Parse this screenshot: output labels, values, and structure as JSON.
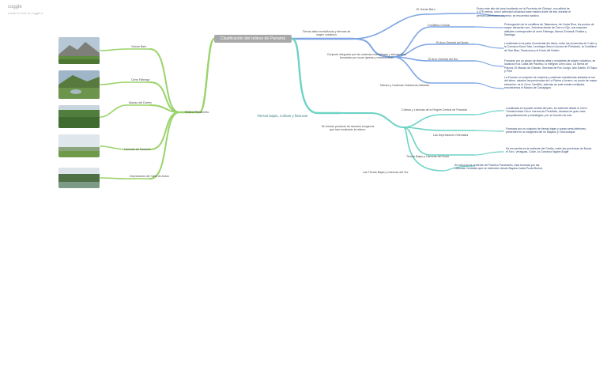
{
  "watermark": {
    "brand": "coggle",
    "tagline": "made for free at coggle.it"
  },
  "root": "Clasificación del relieve de Panamá",
  "branches": {
    "volcano": "Volcán Barú",
    "cerro": "Cerro Fábrega",
    "macizo": "Macizo del Darién",
    "llanuras": "Llanuras de Panamá",
    "depresiones": "Depresiones del Valle de Antón",
    "relieve_panameno": "Relieve Panameño",
    "tierras_altas": "Tierras altas montañosas y tiermas de origen volcánico",
    "cordilleras": "Conjunto integrado por las cadenas montañosas y sierras altas formadas por rocas ígneas y metamórficas",
    "el_volcan_baru": "El Volcán Barú",
    "cordillera_central": "Cordillera Central",
    "arco_oriental": "El Arco Oriental del Norte",
    "arco_oriental_sur": "El Arco Oriental del Sur",
    "macizo_cadenas": "Macizo y Cadenas Volcánicas Aisladas",
    "tierras_bajas": "Tierras bajas, colinas y llanuras",
    "tierras_bajas_desc": "Se forman producto de factores exogenos que han modelado la relieve.",
    "colinas_central": "Colinas y Llanuras de la Región Central de Panamá",
    "depresiones_ext": "Las Depresiones Orientales",
    "tierras_bajas_norte": "Tierras Bajas y Llanuras del Norte",
    "tierras_bajas_sur": "Las Tierras Bajas y Llanuras del Sur"
  },
  "leaves": {
    "baru": "Punto más alto del país localizado en la Provincia de Chiriquí, con altitud de 3,475 metros, único actividad volcánica base marina doble de eta, durante el periodo pleistoceno superior, se encuentra inactivo",
    "central": "Prolongación de la cordillera de Talamanca, de Costa Rica, los puntos de mayor elevación son: Jerónima desde de Cerro a Ojo, sus mayores altitudes corresponden al cerro Fábrega, Itamut, Echandi, Rustira y Santiago",
    "arco_norte": "Localizada en la parte Nororiental del istmo, entre las provincias de Colón y la Comarca Kuna Yala. La integra Sierra Llorona de Portobelo, la Cordillera de San Blas, Tacarcuna y el Nudo del Darién",
    "arco_sur": "Formado por un grupo de sierras altas y montañas de origen volcánico, se localiza en la Costa del Pacífico, lo integran Cerro Azul, La Sierra de Pacora, El Macizo de Chimán, Serranía de Río Congo, Alto Darién, El Sapo y Pirre",
    "macizo_v": "La Forman un conjunto de macizos y cadenas montañosas aisladas al sur del istmo, alzados las penínsulas de La Palma y Azuero, su punto de mayor elevación, es el Cerro Cerritillo, además de este existen múltiples encontramos el Macizo de Canajagua",
    "colinas": "Localizada en la parte central del país, se extiende desde el Cerro Trinidad hasta Cerro Llorona de Portobelo, destaca de gran valor geopolíticamente y estratégico, por su función de ruta",
    "depresiones": "Formada por un conjunto de tierras bajas y zonas semi-inferiores, presentes en la margenes del río Bayano y Chucunaque",
    "norte": "Se encuentra en la vertiente del Caribe, entre las provincias de Bocas el Toro, Veraguas, Colón, la Comarca Ngobe-Buglé",
    "sur": "Se ubica en la vertiente del Pacífico Panameño, esta formada por las Llanuras Centrales que se extienden desde Bayano hasta Punta Burica"
  },
  "colors": {
    "green": "#9ad36a",
    "blue": "#7da6e3",
    "teal": "#6dd3c4",
    "root": "#a9a9a9",
    "leafText": "#27406b"
  },
  "photos": [
    {
      "name": "volcano-photo",
      "subject": "Volcán Barú"
    },
    {
      "name": "cerro-photo",
      "subject": "Cerro Fábrega"
    },
    {
      "name": "macizo-photo",
      "subject": "Macizo del Darién"
    },
    {
      "name": "llanuras-photo",
      "subject": "Llanuras de Panamá"
    },
    {
      "name": "depresiones-photo",
      "subject": "Depresiones del Valle de Antón"
    }
  ]
}
